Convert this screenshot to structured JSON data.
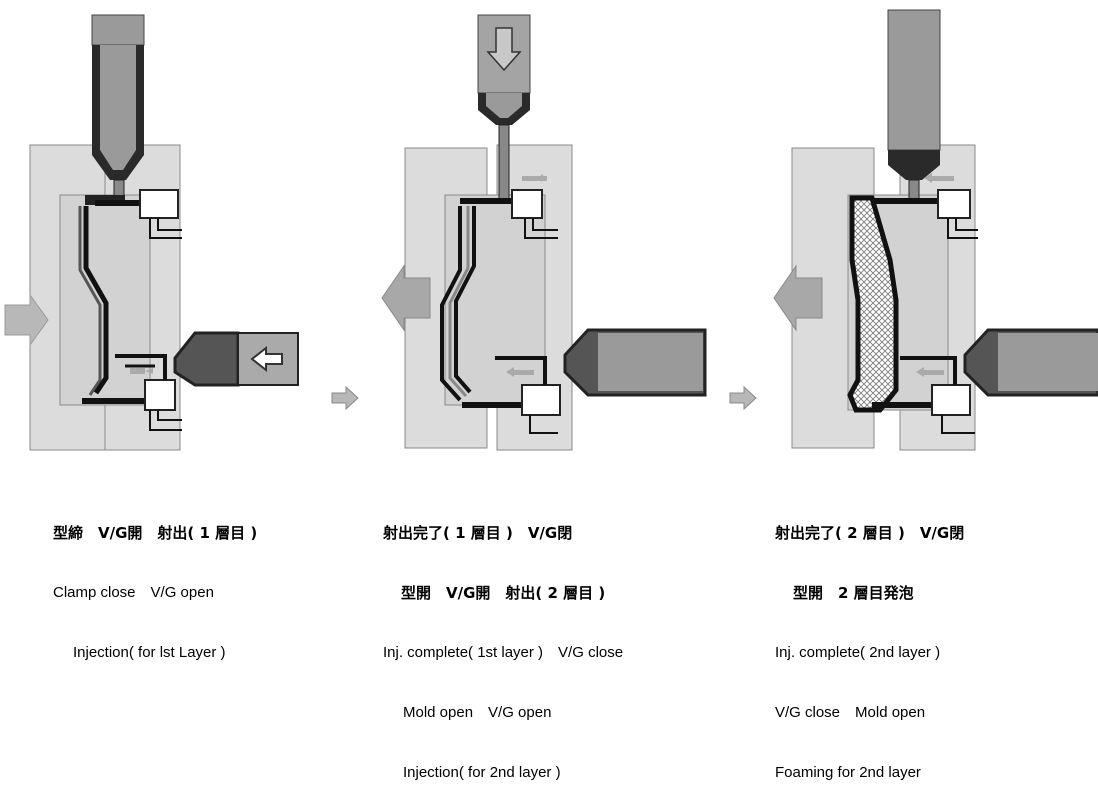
{
  "colors": {
    "mold": "#dcdcdc",
    "mold_edge": "#8a8a8a",
    "dark": "#202020",
    "nozzle_fill": "#6e6e6e",
    "arrow": "#b8b8b8",
    "foam": "#e8e8e8"
  },
  "icons": [
    "flow-arrow-icon",
    "push-arrow-icon"
  ],
  "stages": [
    {
      "line1": "型締　V/G開　射出( 1 層目 )",
      "line2": "Clamp close　V/G open",
      "line3": "Injection( for lst Layer )",
      "line4": ""
    },
    {
      "line1": "射出完了( 1 層目 )　V/G閉",
      "line2": "型開　V/G開　射出( 2 層目 )",
      "line3": "Inj. complete( 1st layer )　V/G close",
      "line4": "Mold open　V/G open",
      "line5": "Injection( for 2nd layer )"
    },
    {
      "line1": "射出完了( 2 層目 )　V/G閉",
      "line2": "型開　2 層目発泡",
      "line3": "Inj. complete( 2nd layer )",
      "line4": "V/G close　Mold open",
      "line5": "Foaming for 2nd layer"
    }
  ]
}
